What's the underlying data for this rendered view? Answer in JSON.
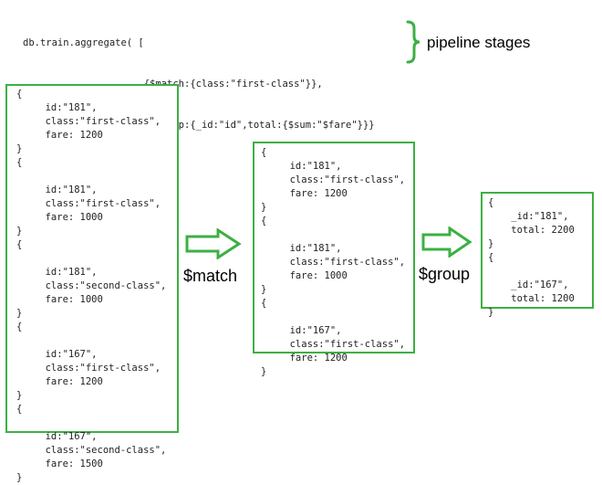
{
  "query": {
    "lines": [
      "db.train.aggregate( [",
      "                     {$match:{class:\"first-class\"}},",
      "                     {$group:{_id:\"id\",total:{$sum:\"$fare\"}}}",
      "                    ])"
    ]
  },
  "brace_label": "pipeline stages",
  "boxes": {
    "input": "{\n     id:\"181\",\n     class:\"first-class\",\n     fare: 1200\n}\n{\n\n     id:\"181\",\n     class:\"first-class\",\n     fare: 1000\n}\n{\n\n     id:\"181\",\n     class:\"second-class\",\n     fare: 1000\n}\n{\n\n     id:\"167\",\n     class:\"first-class\",\n     fare: 1200\n}\n{\n\n     id:\"167\",\n     class:\"second-class\",\n     fare: 1500\n}",
    "match": "{\n     id:\"181\",\n     class:\"first-class\",\n     fare: 1200\n}\n{\n\n     id:\"181\",\n     class:\"first-class\",\n     fare: 1000\n}\n{\n\n     id:\"167\",\n     class:\"first-class\",\n     fare: 1200\n}",
    "group": "{\n    _id:\"181\",\n    total: 2200\n}\n{\n\n    _id:\"167\",\n    total: 1200\n}"
  },
  "stages": {
    "match_label": "$match",
    "group_label": "$group"
  },
  "colors": {
    "accent": "#3cb043"
  }
}
